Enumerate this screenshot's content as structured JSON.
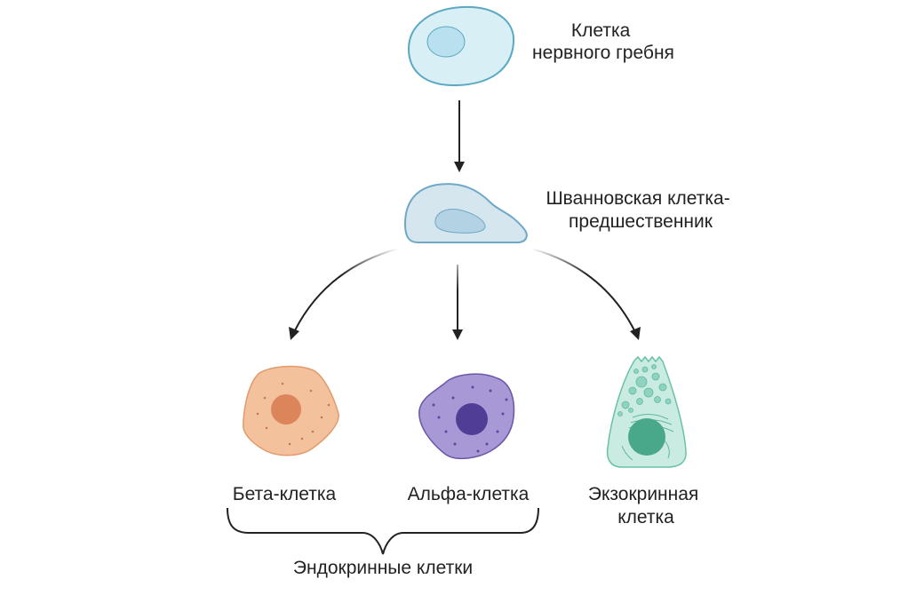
{
  "labels": {
    "neural_crest": [
      "Клетка",
      "нервного гребня"
    ],
    "schwann_precursor": [
      "Шванновская клетка-",
      "предшественник"
    ],
    "beta": "Бета-клетка",
    "alpha": "Альфа-клетка",
    "exocrine": [
      "Экзокринная",
      "клетка"
    ],
    "endocrine": "Эндокринные клетки"
  },
  "colors": {
    "neural_crest_fill": "#d8eff5",
    "neural_crest_stroke": "#5aa8c4",
    "neural_crest_nucleus": "#b9e0ee",
    "schwann_fill": "#d5e6ee",
    "schwann_stroke": "#6fa8c6",
    "schwann_nucleus": "#b3d2e3",
    "beta_fill": "#f4c19d",
    "beta_stroke": "#e39a6a",
    "beta_nucleus": "#dc855a",
    "alpha_fill": "#a898d6",
    "alpha_stroke": "#6a56a8",
    "alpha_nucleus": "#4f3d96",
    "exocrine_fill": "#c9ebe1",
    "exocrine_stroke": "#69c2a8",
    "exocrine_nucleus": "#4aa88a",
    "arrow": "#222222"
  }
}
